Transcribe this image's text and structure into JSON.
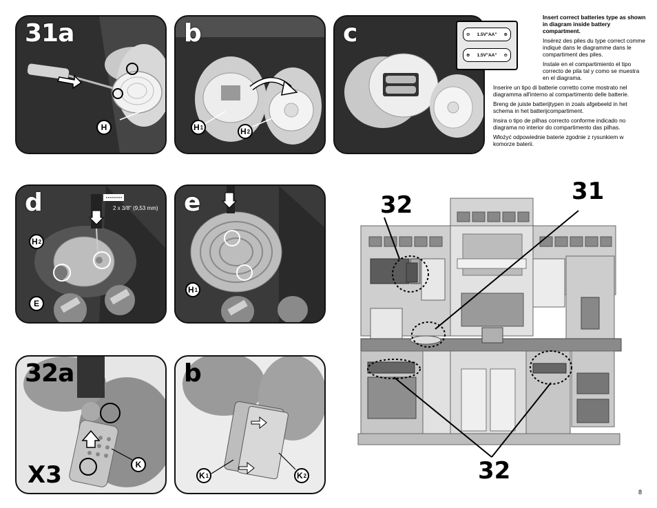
{
  "steps": {
    "s31a": "31a",
    "s31b": "b",
    "s31c": "c",
    "s31d": "d",
    "s31e": "e",
    "s32a": "32a",
    "s32b": "b"
  },
  "labels": {
    "H": "H",
    "H1_base": "H",
    "H1_sub": "1",
    "H2_base": "H",
    "H2_sub": "2",
    "E": "E",
    "K": "K",
    "K1_base": "K",
    "K1_sub": "1",
    "K2_base": "K",
    "K2_sub": "2"
  },
  "battery": {
    "cell_label": "1.5V\"AA\""
  },
  "screw_size": "2 x 3/8\" (9,53 mm)",
  "repeat_count": "X3",
  "instructions": [
    {
      "text": "Insert correct batteries type as shown in diagram inside battery compartment.",
      "bold": true
    },
    {
      "text": "Insérez des piles du type correct comme indiqué dans le diagramme dans le compartiment des piles.",
      "bold": false
    },
    {
      "text": "Instale en el compartimiento el tipo correcto de pila tal y como se muestra en el diagrama.",
      "bold": false
    },
    {
      "text": "Inserire un tipo di batterie corretto come mostrato nel diagramma all'interno al compartimento delle batterie.",
      "bold": false
    },
    {
      "text": "Breng de juiste batterijtypen in zoals afgebeeld in het schema in het batterijcompartiment.",
      "bold": false
    },
    {
      "text": "Insira o tipo de pilhas correcto conforme indicado no diagrama no interior do compartimento das pilhas.",
      "bold": false
    },
    {
      "text": "Włożyć odpowiednie baterie zgodnie z rysunkiem w komorze baterii.",
      "bold": false
    }
  ],
  "kitchen_callouts": {
    "n31": "31",
    "n32_top": "32",
    "n32_bottom": "32"
  },
  "page_number": "8"
}
